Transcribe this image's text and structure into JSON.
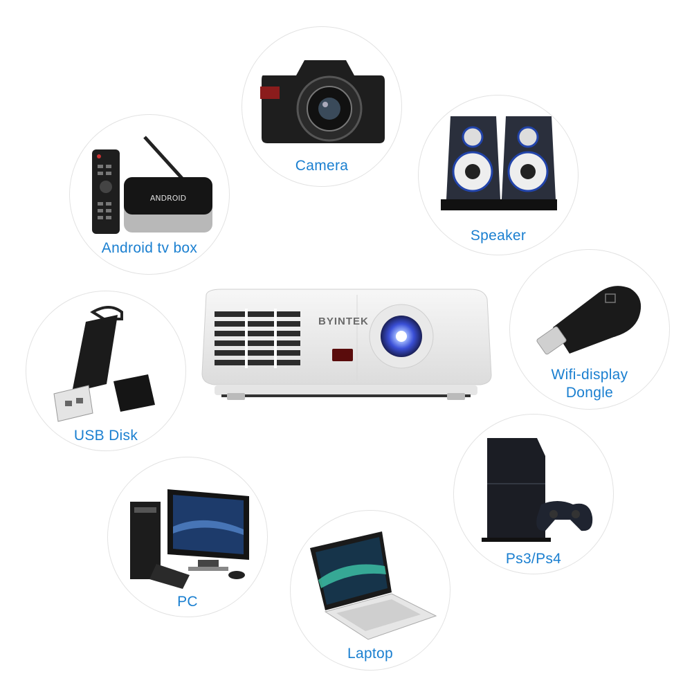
{
  "brand": "BYINTEK",
  "devices": {
    "camera": {
      "label": "Camera",
      "icon": "camera-icon"
    },
    "speaker": {
      "label": "Speaker",
      "icon": "speaker-icon"
    },
    "android": {
      "label": "Android tv box",
      "icon": "android-tv-box-icon"
    },
    "wifi": {
      "label_line1": "Wifi-display",
      "label_line2": "Dongle",
      "icon": "wifi-dongle-icon"
    },
    "usb": {
      "label": "USB Disk",
      "icon": "usb-disk-icon"
    },
    "ps": {
      "label": "Ps3/Ps4",
      "icon": "game-console-icon"
    },
    "pc": {
      "label": "PC",
      "icon": "desktop-pc-icon"
    },
    "laptop": {
      "label": "Laptop",
      "icon": "laptop-icon"
    }
  },
  "colors": {
    "label": "#1a7fd0",
    "circle_border": "#e2e2e2",
    "lens_glow": "#3a6cff"
  }
}
